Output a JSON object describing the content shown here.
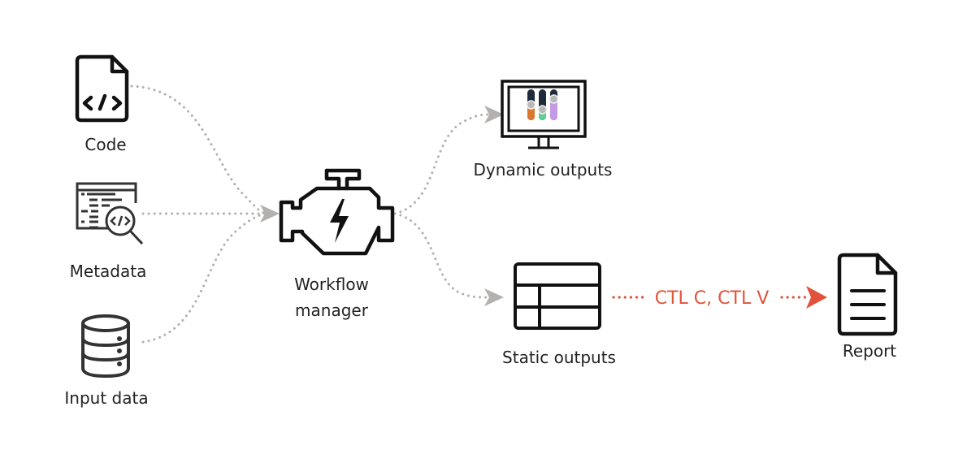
{
  "diagram": {
    "nodes": {
      "code": {
        "label": "Code",
        "icon": "code-file-icon"
      },
      "metadata": {
        "label": "Metadata",
        "icon": "metadata-search-icon"
      },
      "input_data": {
        "label": "Input data",
        "icon": "database-icon"
      },
      "workflow_manager": {
        "label_line1": "Workflow",
        "label_line2": "manager",
        "icon": "engine-icon"
      },
      "dynamic_outputs": {
        "label": "Dynamic outputs",
        "icon": "monitor-sliders-icon"
      },
      "static_outputs": {
        "label": "Static outputs",
        "icon": "table-icon"
      },
      "report": {
        "label": "Report",
        "icon": "document-icon"
      }
    },
    "edges": [
      {
        "from": "Code",
        "to": "Workflow manager",
        "style": "dotted-gray"
      },
      {
        "from": "Metadata",
        "to": "Workflow manager",
        "style": "dotted-gray"
      },
      {
        "from": "Input data",
        "to": "Workflow manager",
        "style": "dotted-gray"
      },
      {
        "from": "Workflow manager",
        "to": "Dynamic outputs",
        "style": "dotted-gray"
      },
      {
        "from": "Workflow manager",
        "to": "Static outputs",
        "style": "dotted-gray"
      },
      {
        "from": "Static outputs",
        "to": "Report",
        "style": "dotted-red",
        "label": "CTL C, CTL V"
      }
    ],
    "colors": {
      "edge_gray": "#b4b0b0",
      "edge_red": "#e0533a",
      "icon_stroke": "#111111",
      "slider_orange": "#d9772f",
      "slider_green": "#5ccf94",
      "slider_purple": "#c49ae6",
      "slider_dark": "#1f2a3a",
      "slider_knob": "#b8b8b8"
    }
  }
}
